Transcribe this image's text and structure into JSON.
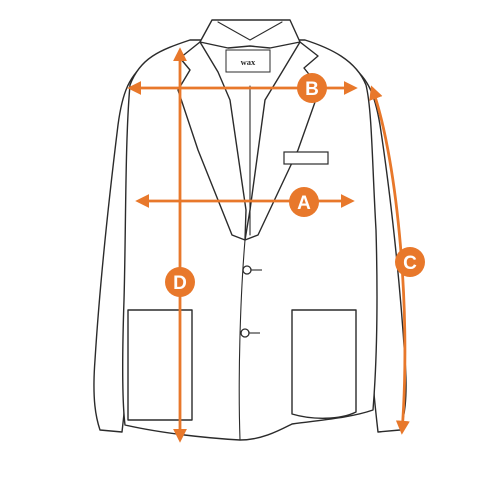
{
  "brand_label": "wax",
  "accent_color": "#e8782b",
  "outline_color": "#2b2b2b",
  "measurements": [
    {
      "id": "A",
      "label": "A"
    },
    {
      "id": "B",
      "label": "B"
    },
    {
      "id": "C",
      "label": "C"
    },
    {
      "id": "D",
      "label": "D"
    }
  ]
}
